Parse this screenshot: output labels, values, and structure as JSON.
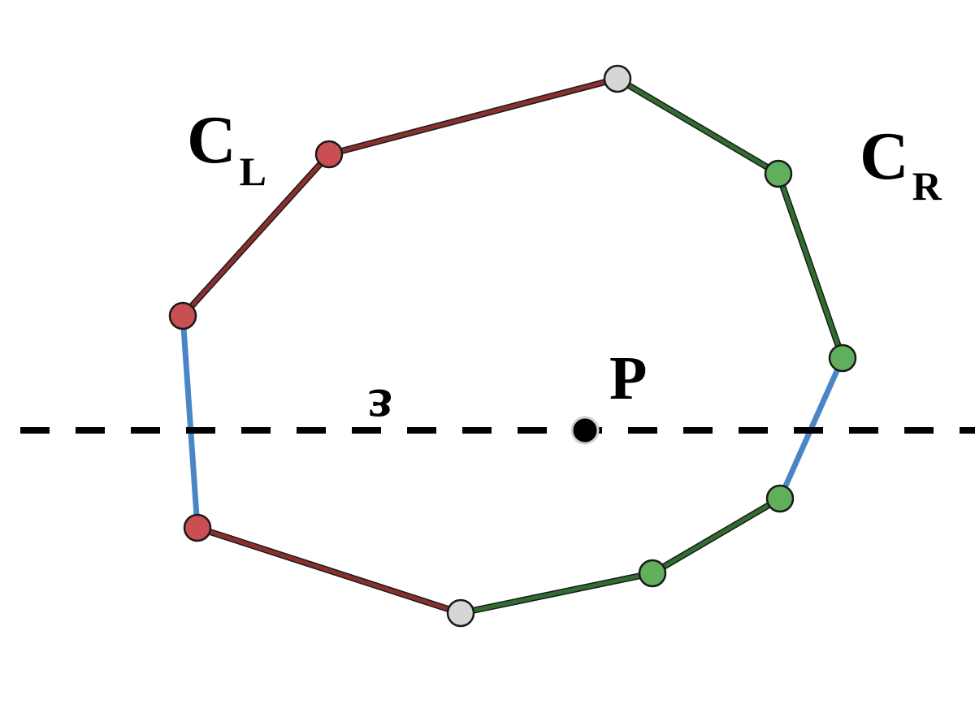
{
  "colors": {
    "left_chain": "#8b2e2e",
    "right_chain": "#2f6e2f",
    "crossing_edge": "#4a86c6",
    "left_vertex": "#c94f52",
    "right_vertex": "#5faf5c",
    "endpoint_vertex": "#d6d6d6",
    "point": "#000000",
    "sweep_line": "#000000"
  },
  "labels": {
    "left_chain_main": "C",
    "left_chain_sub": "L",
    "right_chain_main": "C",
    "right_chain_sub": "R",
    "point": "P",
    "epsilon": "ε"
  },
  "vertices": [
    {
      "id": "top",
      "kind": "endpoint"
    },
    {
      "id": "r1",
      "kind": "right"
    },
    {
      "id": "r2",
      "kind": "right"
    },
    {
      "id": "r3",
      "kind": "right"
    },
    {
      "id": "r4",
      "kind": "right"
    },
    {
      "id": "bottom",
      "kind": "endpoint"
    },
    {
      "id": "l1",
      "kind": "left"
    },
    {
      "id": "l2",
      "kind": "left"
    },
    {
      "id": "l3",
      "kind": "left"
    }
  ],
  "edges": [
    {
      "from": "top",
      "to": "r1",
      "chain": "right"
    },
    {
      "from": "r1",
      "to": "r2",
      "chain": "right"
    },
    {
      "from": "r2",
      "to": "r3",
      "chain": "crossing"
    },
    {
      "from": "r3",
      "to": "r4",
      "chain": "right"
    },
    {
      "from": "r4",
      "to": "bottom",
      "chain": "right"
    },
    {
      "from": "bottom",
      "to": "l1",
      "chain": "left"
    },
    {
      "from": "l1",
      "to": "l2",
      "chain": "crossing"
    },
    {
      "from": "l2",
      "to": "l3",
      "chain": "left"
    },
    {
      "from": "l3",
      "to": "top",
      "chain": "left"
    }
  ]
}
